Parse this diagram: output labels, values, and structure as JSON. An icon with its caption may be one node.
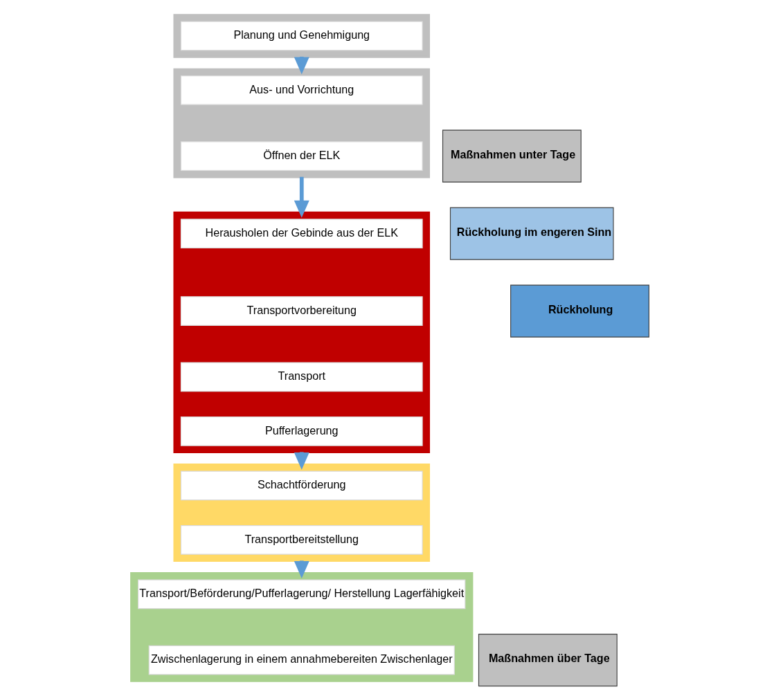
{
  "diagram": {
    "nodes": [
      {
        "text": [],
        "shape": "box"
      },
      {
        "text": [
          "Planung und Genehmigung"
        ],
        "in": 0
      },
      {
        "text": [],
        "shape": "box"
      },
      {
        "text": [
          "Aus- und Vorrichtung"
        ],
        "in": 2
      },
      {
        "text": [
          "Öffnen der ELK"
        ],
        "in": 2
      },
      {
        "text": [],
        "shape": "box"
      },
      {
        "text": [
          "Herausholen der Gebinde aus der ELK"
        ],
        "in": 5
      },
      {
        "text": [
          "Transportvorbereitung"
        ],
        "in": 5
      },
      {
        "text": [
          "Transport"
        ],
        "in": 5
      },
      {
        "text": [
          "Pufferlagerung"
        ],
        "in": 5
      },
      {
        "text": [],
        "shape": "box"
      },
      {
        "text": [
          "Schachtförderung"
        ],
        "in": 10
      },
      {
        "text": [
          "Transportbereitstellung"
        ],
        "in": 10
      },
      {
        "text": [],
        "shape": "box"
      },
      {
        "text": [
          "Transport/Beförderung/Pufferlagerung/ Herstellung Lagerfähigkeit"
        ],
        "in": 13
      },
      {
        "text": [
          "Zwischenlagerung in einem annahmebereiten Zwischenlager"
        ],
        "in": 13
      },
      {
        "text": [
          "Maßnahmen unter Tage"
        ]
      },
      {
        "text": [
          "Maßnahmen über Tage"
        ]
      },
      {
        "text": [
          "Rückholung im engeren Sinn"
        ]
      },
      {
        "text": [
          "Rückholung"
        ]
      }
    ],
    "edges": [
      {
        "from": 0,
        "to": 2,
        "arrow": "to"
      },
      {
        "from": 2,
        "to": 5,
        "arrow": "to"
      },
      {
        "from": 5,
        "to": 10,
        "arrow": "to"
      },
      {
        "from": 10,
        "to": 13,
        "arrow": "to"
      }
    ]
  }
}
